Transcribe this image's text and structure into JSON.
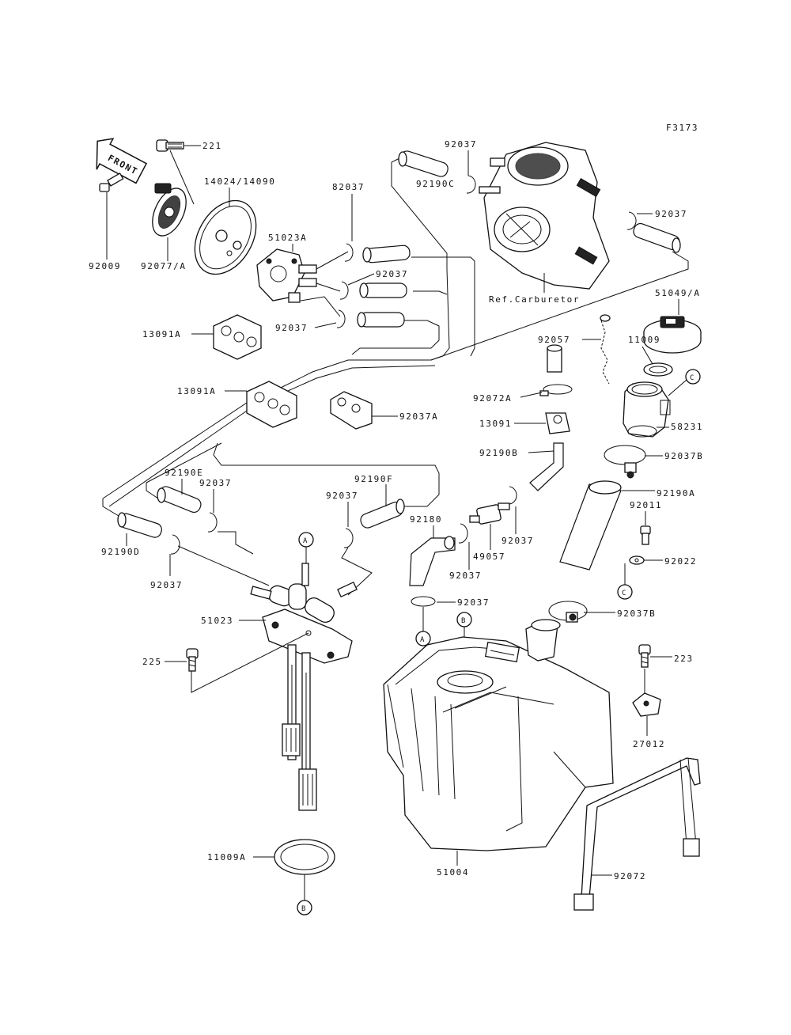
{
  "diagram": {
    "figure_code": "F3173",
    "front_arrow": "FRONT",
    "labels": {
      "p221": "221",
      "p14024": "14024/14090",
      "p51023A": "51023A",
      "p92009": "92009",
      "p92077A": "92077/A",
      "p82037_top": "82037",
      "p92037_a": "92037",
      "p92037_b": "92037",
      "p13091A_1": "13091A",
      "p13091A_2": "13091A",
      "p92037A": "92037A",
      "p92037_carb_top": "92037",
      "p92190C": "92190C",
      "p92037_carb_right": "92037",
      "ref_carb": "Ref.Carburetor",
      "p51049A": "51049/A",
      "p92057": "92057",
      "p11009": "11009",
      "p92072A": "92072A",
      "p13091": "13091",
      "p58231": "58231",
      "p92190B": "92190B",
      "p92037B_1": "92037B",
      "p92190A": "92190A",
      "p92011": "92011",
      "p92022": "92022",
      "p92190E": "92190E",
      "p92037_e": "92037",
      "p92190F": "92190F",
      "p92037_f": "92037",
      "p92180": "92180",
      "p49057": "49057",
      "p92037_g": "92037",
      "p92037_h": "92037",
      "p92190D": "92190D",
      "p92037_d": "92037",
      "p51023": "51023",
      "p92037_i": "92037",
      "p225": "225",
      "p92037B_2": "92037B",
      "p223": "223",
      "p27012": "27012",
      "p11009A": "11009A",
      "p51004": "51004",
      "p92072": "92072"
    },
    "ref_markers": {
      "A_top": "A",
      "A_bottom": "A",
      "B_top": "B",
      "B_bottom": "B",
      "C_top": "C",
      "C_bottom": "C"
    }
  }
}
